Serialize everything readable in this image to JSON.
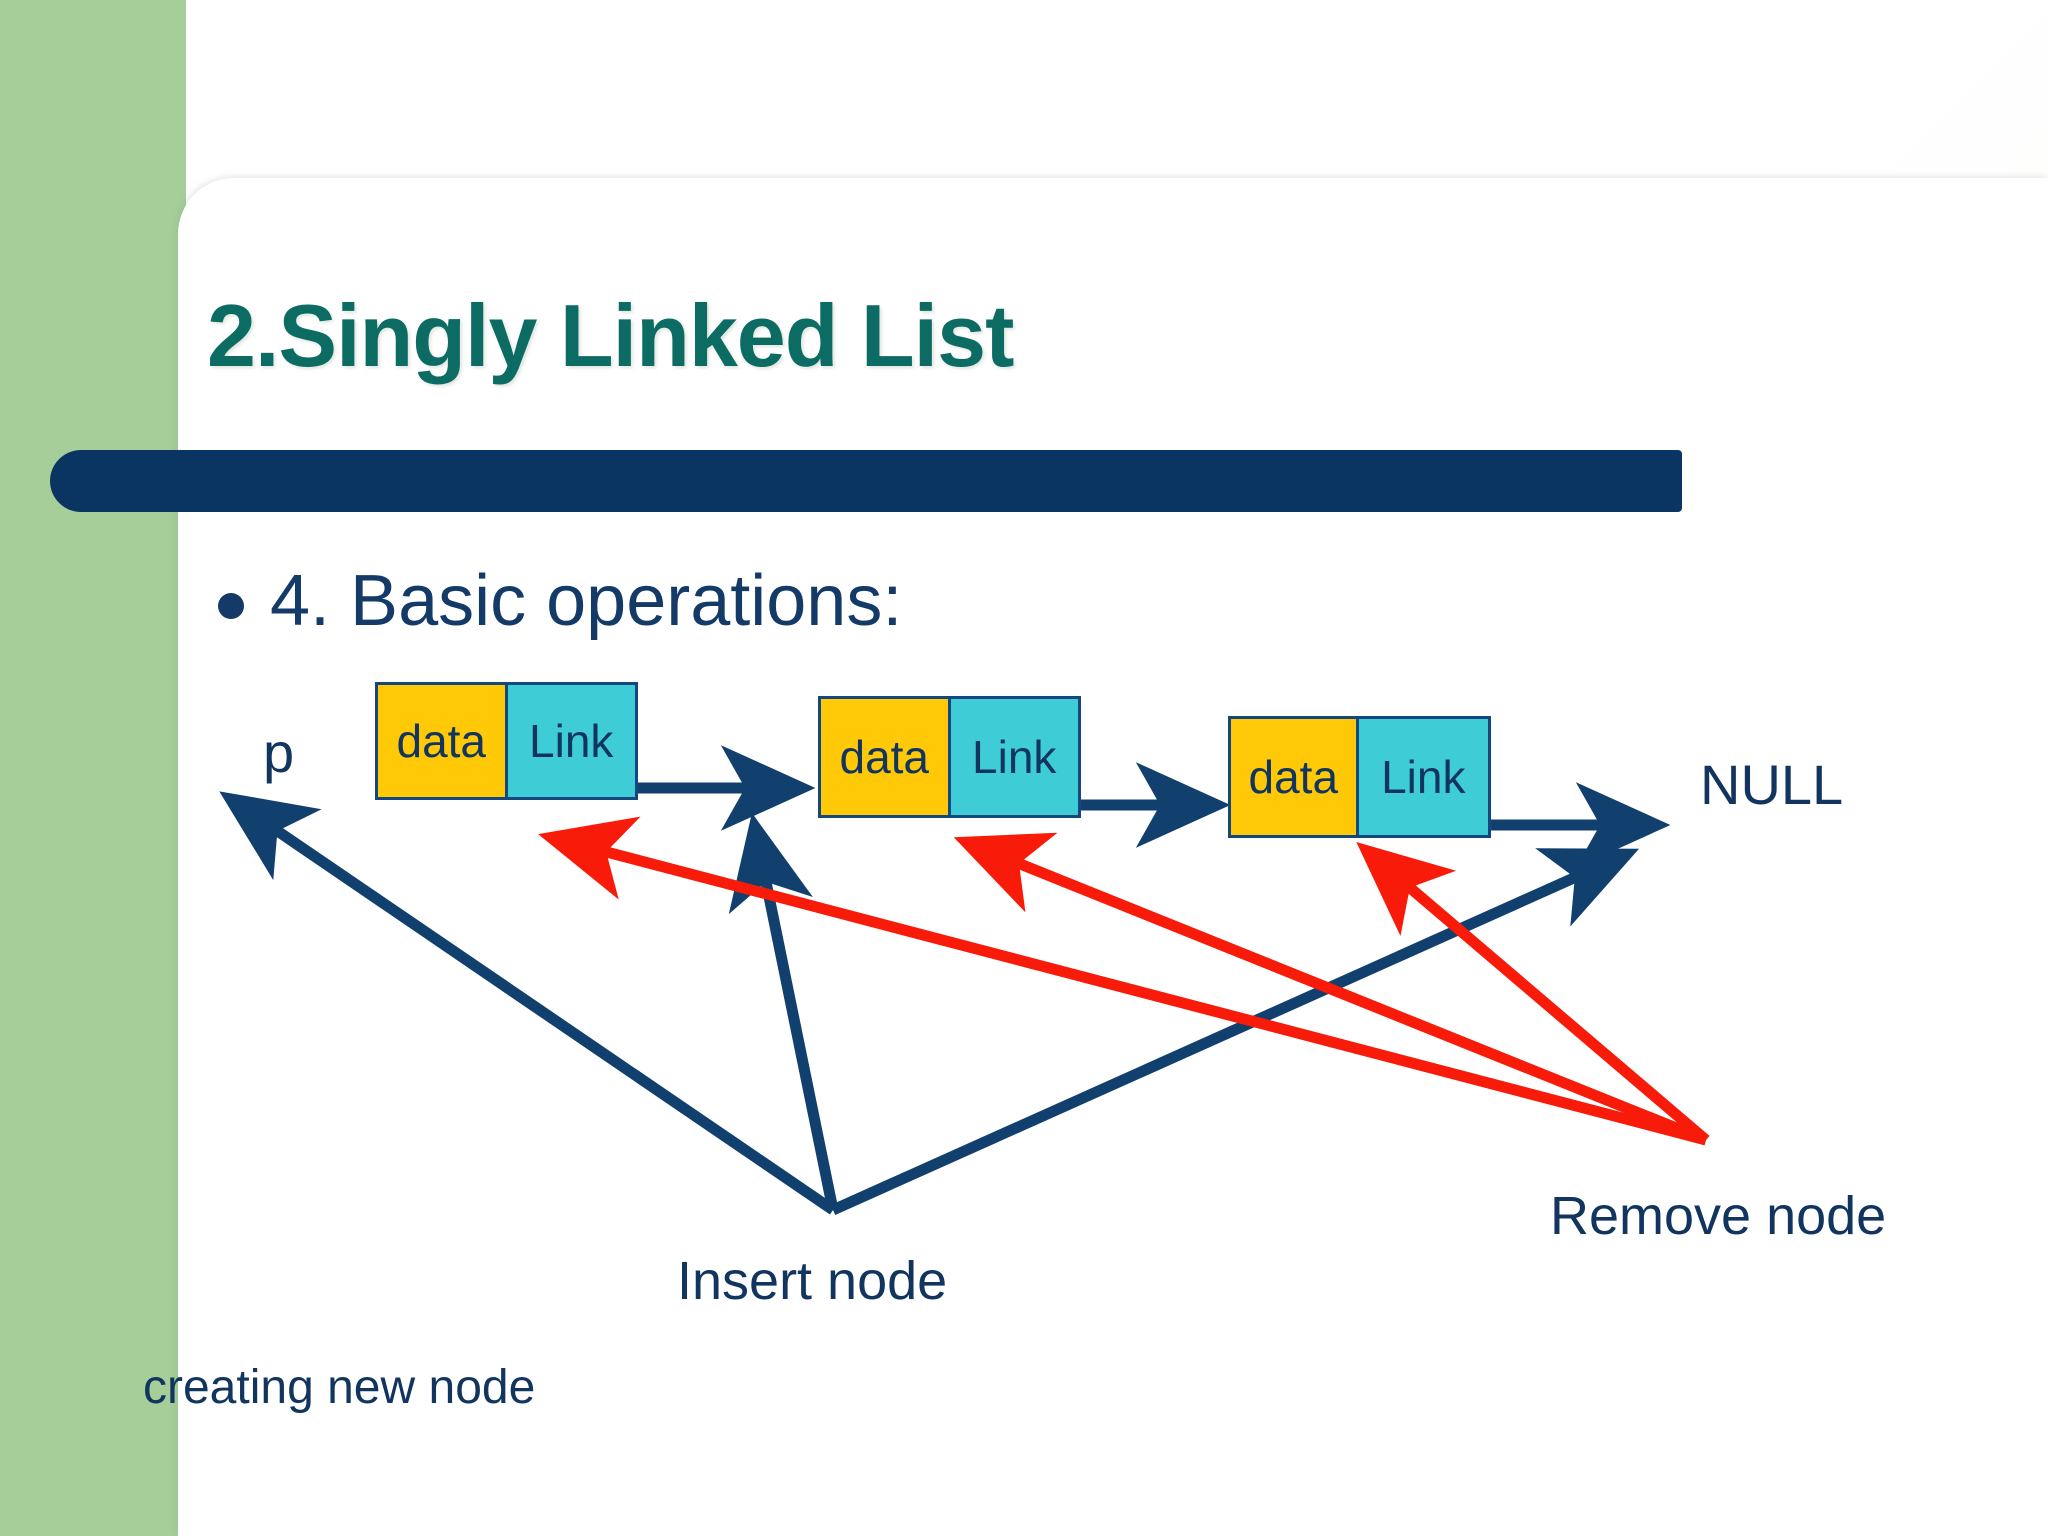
{
  "slide": {
    "title": "2.Singly Linked List",
    "bullet": {
      "marker": "bullet-dot",
      "text": "4. Basic operations:"
    },
    "colors": {
      "title_teal": "#0c6b63",
      "navy": "#0a3562",
      "text_navy": "#11355e",
      "green_band": "#a5ce98",
      "data_yellow": "#ffc907",
      "link_cyan": "#3ecdd6",
      "node_border": "#15477f",
      "remove_red": "#f81b0a",
      "background": "#ffffff"
    }
  },
  "diagram": {
    "pointer_label": "p",
    "null_label": "NULL",
    "nodes": [
      {
        "data_label": "data",
        "link_label": "Link"
      },
      {
        "data_label": "data",
        "link_label": "Link"
      },
      {
        "data_label": "data",
        "link_label": "Link"
      }
    ],
    "annotations": [
      {
        "name": "insert-node",
        "text": "Insert node",
        "color": "#11355e"
      },
      {
        "name": "remove-node",
        "text": "Remove node",
        "color": "#11355e"
      },
      {
        "name": "creating-new-node",
        "text": "creating new node",
        "color": "#11355e"
      }
    ],
    "arrows": {
      "navy_next_pointers": 3,
      "navy_insert_fan": 2,
      "navy_remove_fan": 1,
      "red_remove_fan": 3
    }
  }
}
